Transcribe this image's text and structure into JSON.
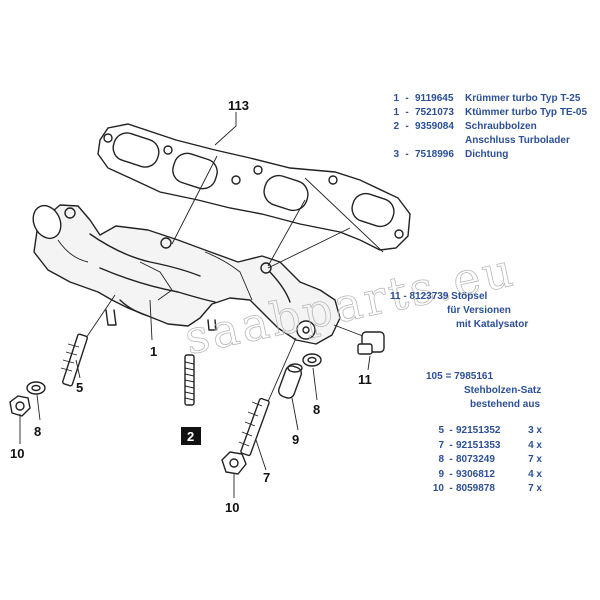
{
  "callouts": {
    "c113": "113",
    "c1": "1",
    "c2": "2",
    "c5": "5",
    "c7": "7",
    "c8a": "8",
    "c8b": "8",
    "c9": "9",
    "c10a": "10",
    "c10b": "10",
    "c11": "11"
  },
  "legend_top": [
    {
      "num": "1",
      "pn": "9119645",
      "desc": "Krümmer turbo Typ T-25",
      "cont": ""
    },
    {
      "num": "1",
      "pn": "7521073",
      "desc": "Ktümmer turbo Typ TE-05",
      "cont": ""
    },
    {
      "num": "2",
      "pn": "9359084",
      "desc": "Schraubbolzen",
      "cont": "Anschluss Turbolader"
    },
    {
      "num": "3",
      "pn": "7518996",
      "desc": "Dichtung",
      "cont": ""
    }
  ],
  "legend_11": {
    "line1": "11 -  8123739  Stöpsel",
    "line2": "für Versionen",
    "line3": "mit Katalysator"
  },
  "legend_set": {
    "head": "105  = 7985161",
    "sub1": "Stehbolzen-Satz",
    "sub2": "bestehend aus",
    "items": [
      {
        "num": "5",
        "pn": "92151352",
        "qty": "3 x"
      },
      {
        "num": "7",
        "pn": "92151353",
        "qty": "4 x"
      },
      {
        "num": "8",
        "pn": "8073249",
        "qty": "7 x"
      },
      {
        "num": "9",
        "pn": "9306812",
        "qty": "4 x"
      },
      {
        "num": "10",
        "pn": "8059878",
        "qty": "7 x"
      }
    ]
  },
  "watermark": "saabparts.eu",
  "colors": {
    "legend_text": "#2c4f95",
    "line": "#222222",
    "label_box": "#111111"
  }
}
